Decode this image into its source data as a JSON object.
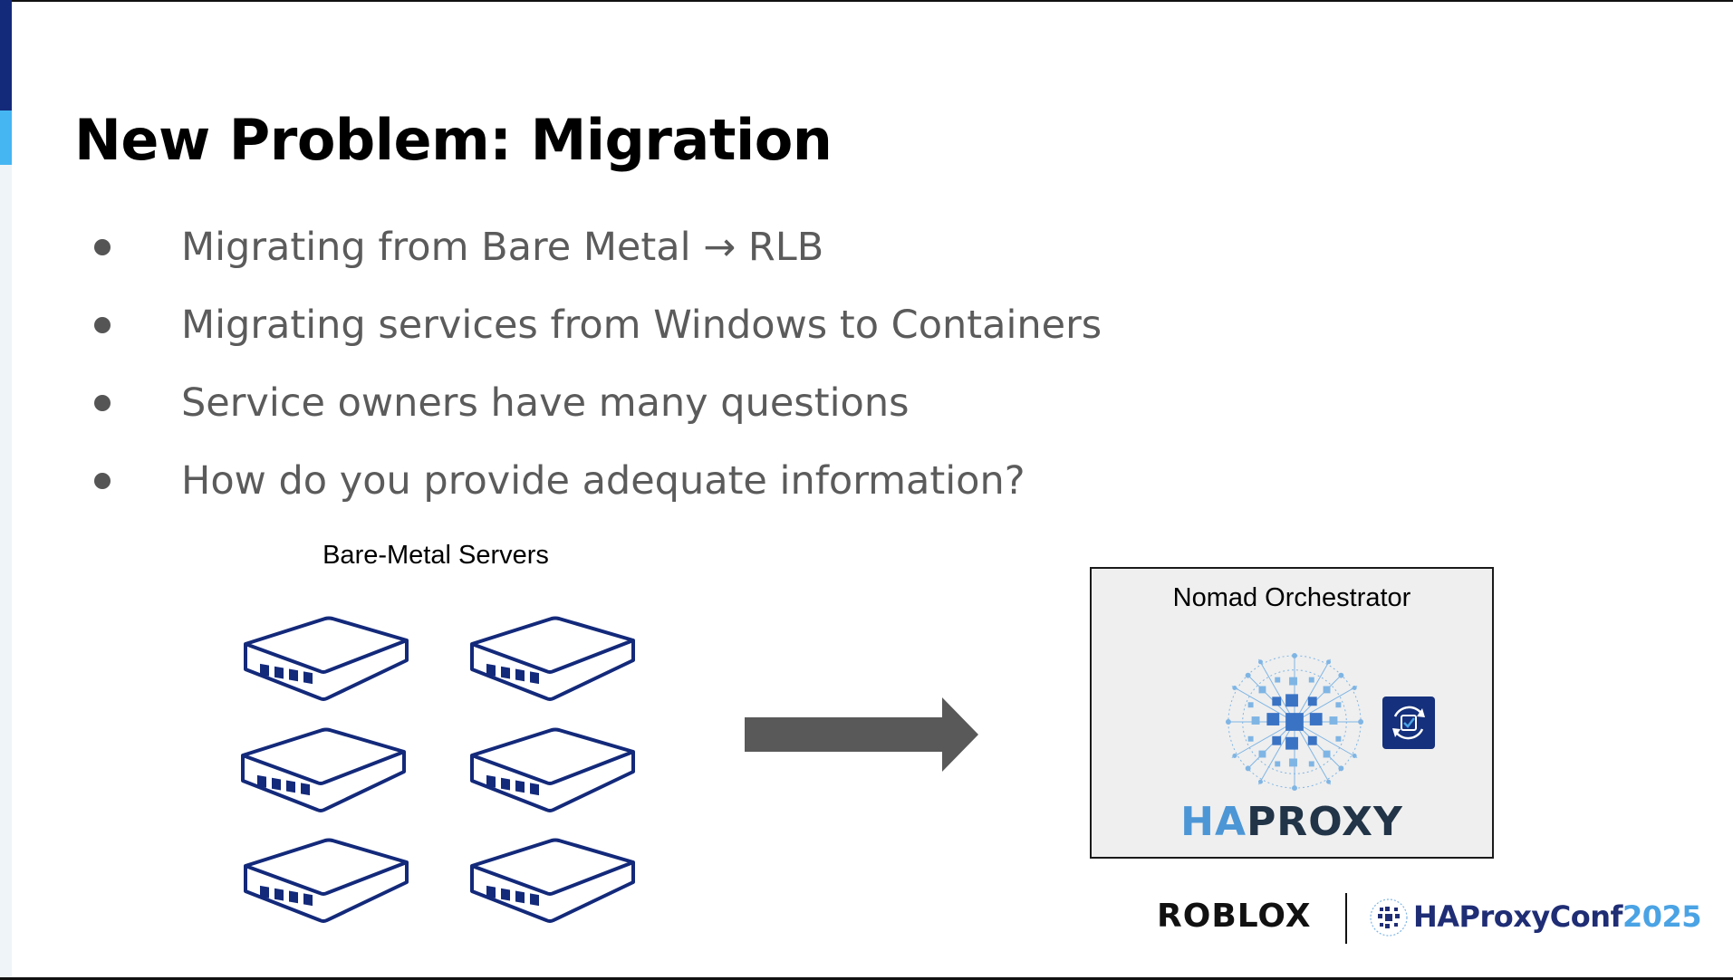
{
  "slide": {
    "title": "New Problem: Migration",
    "bullets": [
      "Migrating from Bare Metal → RLB",
      "Migrating services from Windows to Containers",
      "Service owners have many questions",
      "How do you provide adequate information?"
    ]
  },
  "diagram": {
    "servers_label": "Bare-Metal Servers",
    "server_icon": "server-icon",
    "server_count": 6,
    "arrow_icon": "right-arrow-icon",
    "orchestrator_label": "Nomad Orchestrator",
    "haproxy_wordmark": {
      "prefix": "HA",
      "suffix": "PROXY"
    },
    "sync_icon": "sync-check-icon"
  },
  "footer": {
    "roblox": "ROBLOX",
    "conf_name": "HAProxyConf",
    "conf_year": "2025"
  },
  "colors": {
    "accent_dark": "#13297a",
    "accent_cyan": "#45b6f2",
    "server_stroke": "#13297a",
    "arrow": "#595959",
    "haproxy_blue": "#4c96d6",
    "haproxy_dark": "#223447",
    "conf_navy": "#1f2d75"
  }
}
